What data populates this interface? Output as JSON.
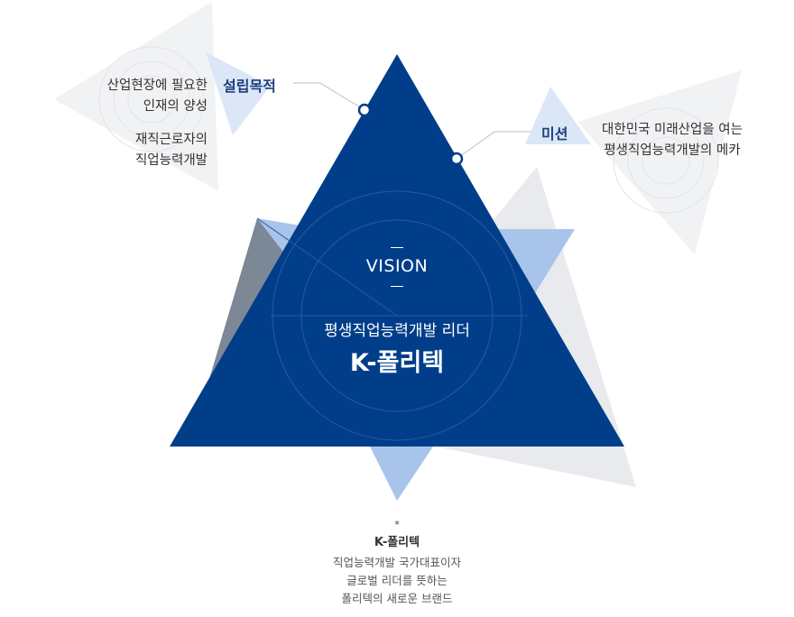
{
  "purpose": {
    "label": "설립목적",
    "lines": [
      "산업현장에 필요한",
      "인재의 양성",
      "재직근로자의",
      "직업능력개발"
    ]
  },
  "mission": {
    "label": "미션",
    "lines": [
      "대한민국 미래산업을 여는",
      "평생직업능력개발의 메카"
    ]
  },
  "vision": {
    "word": "VISION",
    "subtitle": "평생직업능력개발 리더",
    "brand": "K-폴리텍"
  },
  "footnote": {
    "marker": "*",
    "title": "K-폴리텍",
    "lines": [
      "직업능력개발 국가대표이자",
      "글로벌 리더를 뜻하는",
      "폴리텍의 새로운 브랜드"
    ]
  },
  "colors": {
    "primary": "#003e8a",
    "accent_light": "#a9c4ea",
    "label": "#1e3f7c",
    "decor_gray": "#eeeff3"
  }
}
